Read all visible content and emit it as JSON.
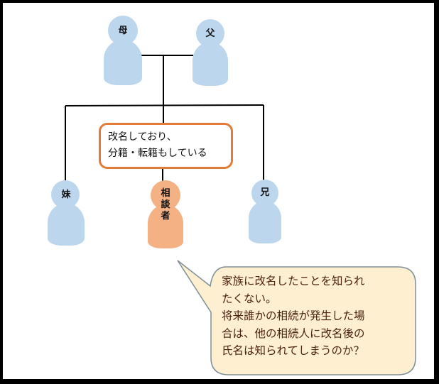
{
  "diagram": {
    "type": "family-tree",
    "colors": {
      "family_member": "#bcd6ee",
      "client": "#f3b184",
      "note_border": "#e07b39",
      "bubble_fill": "#fdefcf",
      "bubble_border": "#7f8f99",
      "bubble_text": "#4a1f10"
    },
    "people": {
      "mother": "母",
      "father": "父",
      "sister": "妹",
      "client": "相談者",
      "client_chars": [
        "相",
        "談",
        "者"
      ],
      "older_brother": "兄"
    },
    "note": {
      "lines": [
        "改名しており、",
        "分籍・転籍もしている"
      ]
    },
    "speech_bubble": {
      "lines": [
        "家族に改名したことを知られ",
        "たくない。",
        "将来誰かの相続が発生した場",
        "合は、他の相続人に改名後の",
        "氏名は知られてしまうのか？"
      ]
    }
  }
}
